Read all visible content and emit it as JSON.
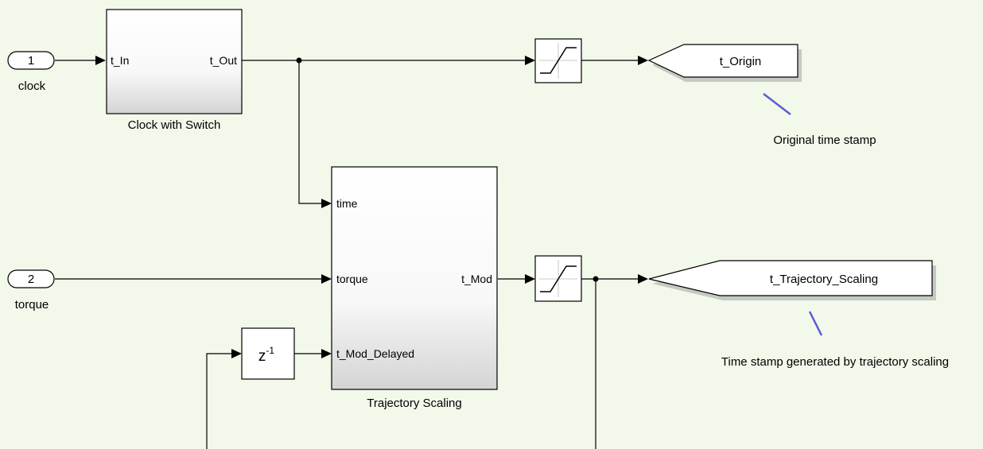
{
  "inports": [
    {
      "number": "1",
      "name": "clock"
    },
    {
      "number": "2",
      "name": "torque"
    }
  ],
  "clock_switch": {
    "title": "Clock with Switch",
    "input_port": "t_In",
    "output_port": "t_Out"
  },
  "trajectory_scaling": {
    "title": "Trajectory Scaling",
    "input_ports": [
      "time",
      "torque",
      "t_Mod_Delayed"
    ],
    "output_port": "t_Mod"
  },
  "unit_delay": {
    "base": "z",
    "exponent": "-1"
  },
  "goto_tags": [
    "t_Origin",
    "t_Trajectory_Scaling"
  ],
  "annotations": [
    "Original time stamp",
    "Time stamp generated by trajectory scaling"
  ],
  "colors": {
    "background": "#f2f8ea",
    "annotation_line": "#5b5bd6"
  }
}
